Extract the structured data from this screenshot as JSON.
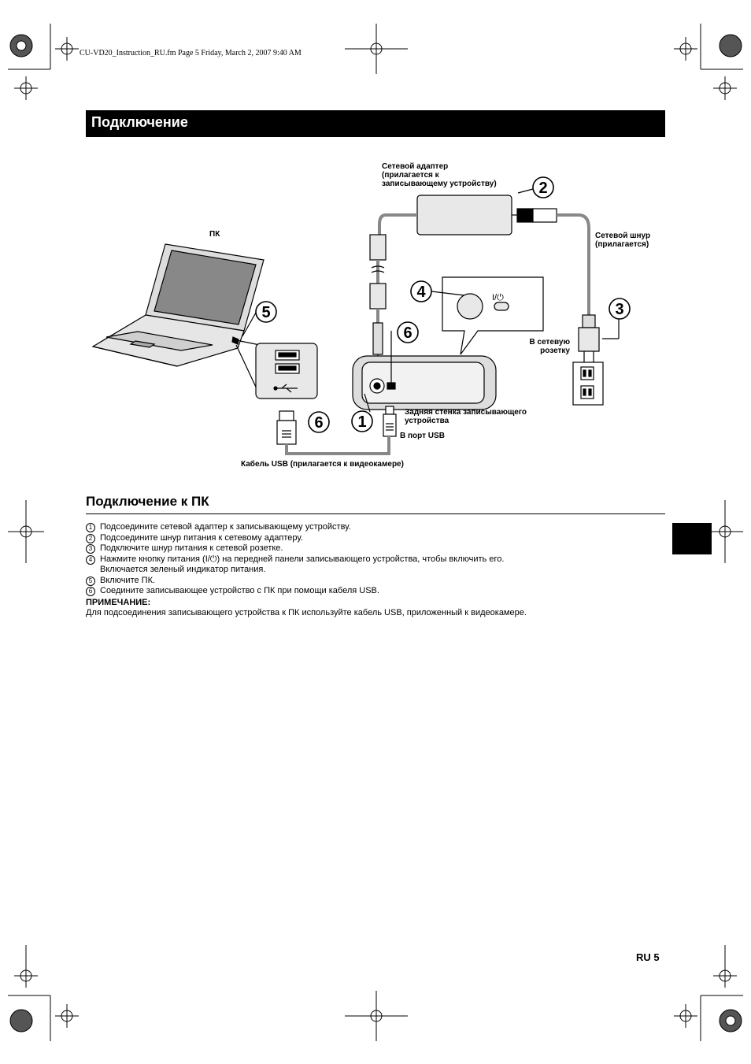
{
  "header": {
    "file_info": "CU-VD20_Instruction_RU.fm  Page 5  Friday, March 2, 2007  9:40 AM"
  },
  "page_title": "Подключение",
  "diagram": {
    "adapter_label": [
      "Сетевой адаптер",
      "(прилагается к",
      "записывающему устройству)"
    ],
    "pc_label": "ПК",
    "cord_label": [
      "Сетевой шнур",
      "(прилагается)"
    ],
    "outlet_label": [
      "В сетевую",
      "розетку"
    ],
    "rear_label": [
      "Задняя стенка записывающего",
      "устройства"
    ],
    "usb_port_label": "В порт USB",
    "usb_cable_label": "Кабель USB (прилагается к видеокамере)",
    "power_symbol": "I/⏻",
    "callouts": [
      "1",
      "2",
      "3",
      "4",
      "5",
      "6",
      "6"
    ]
  },
  "section": {
    "title": "Подключение к ПК",
    "steps": [
      {
        "num": "1",
        "text": "Подсоедините сетевой адаптер к записывающему устройству."
      },
      {
        "num": "2",
        "text": "Подсоедините шнур питания к сетевому адаптеру."
      },
      {
        "num": "3",
        "text": "Подключите шнур питания к сетевой розетке."
      },
      {
        "num": "4",
        "text": "Нажмите кнопку питания (I/⏻) на передней панели записывающего устройства, чтобы включить его."
      },
      {
        "num": "",
        "text": "Включается зеленый индикатор питания."
      },
      {
        "num": "5",
        "text": "Включите ПК."
      },
      {
        "num": "6",
        "text": "Соедините записывающее устройство с ПК при помощи кабеля USB."
      }
    ],
    "note_heading": "ПРИМЕЧАНИЕ:",
    "note_text": "Для подсоединения записывающего устройства к ПК используйте кабель USB, приложенный к видеокамере."
  },
  "footer": {
    "page": "RU  5"
  }
}
